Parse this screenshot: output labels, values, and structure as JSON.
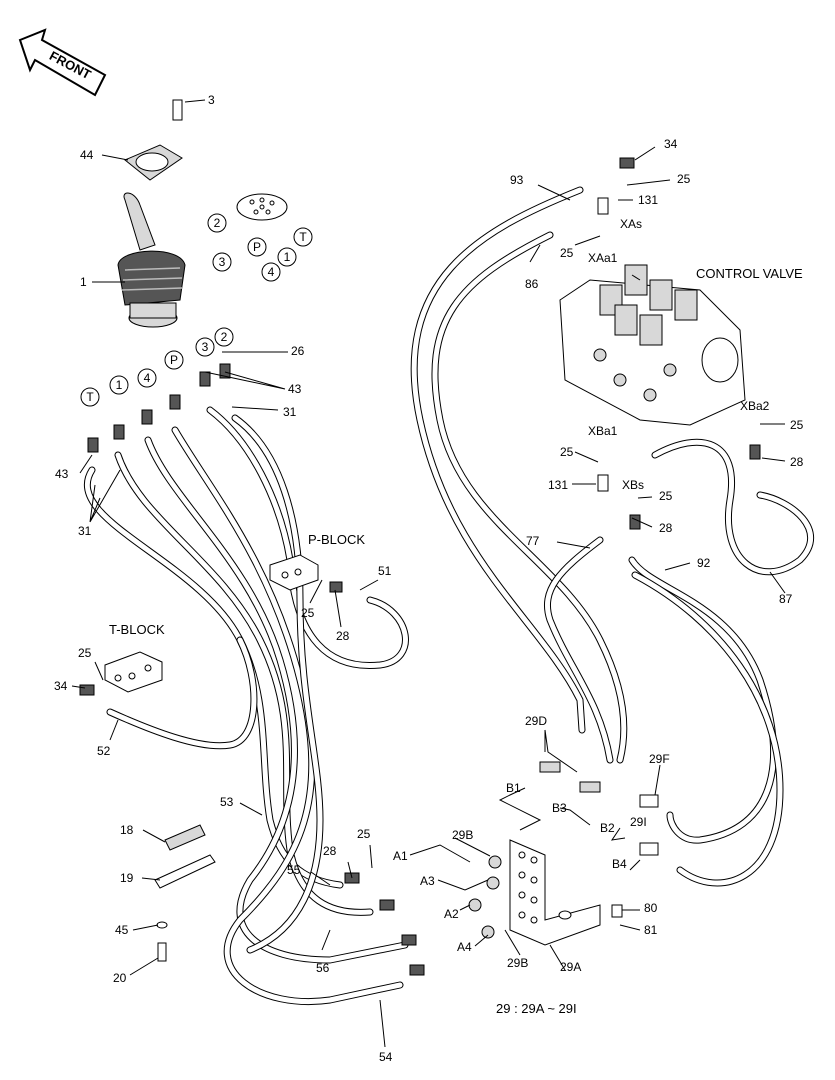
{
  "front_label": "FRONT",
  "block_labels": {
    "control_valve": "CONTROL VALVE",
    "p_block": "P-BLOCK",
    "t_block": "T-BLOCK"
  },
  "circled_ports": {
    "c2a": "2",
    "c3a": "3",
    "cPa": "P",
    "c4a": "4",
    "c1a": "1",
    "cTa": "T",
    "c2b": "2",
    "c3b": "3",
    "cPb": "P",
    "c4b": "4",
    "c1b": "1",
    "cTb": "T"
  },
  "callouts": {
    "n3": "3",
    "n44": "44",
    "n1": "1",
    "n26": "26",
    "n43a": "43",
    "n31a": "31",
    "n43b": "43",
    "n31b": "31",
    "n25pb": "25",
    "n28pb": "28",
    "n51": "51",
    "n25tb": "25",
    "n34tb": "34",
    "n52": "52",
    "n53": "53",
    "n18": "18",
    "n19": "19",
    "n45": "45",
    "n20": "20",
    "n28a": "28",
    "n25a": "25",
    "n55": "55",
    "n56": "56",
    "n54": "54",
    "n34cv": "34",
    "n25cv": "25",
    "n131a": "131",
    "n93": "93",
    "n25b": "25",
    "n86": "86",
    "n25c": "25",
    "n131b": "131",
    "n25d": "25",
    "n28b": "28",
    "n77": "77",
    "n92": "92",
    "n25e": "25",
    "n28c": "28",
    "n87": "87",
    "n29D": "29D",
    "n29F": "29F",
    "n29I": "29I",
    "n29B1": "29B",
    "n29B2": "29B",
    "n29A": "29A",
    "n80": "80",
    "n81": "81"
  },
  "port_labels": {
    "XAs": "XAs",
    "XAa1": "XAa1",
    "XBa1": "XBa1",
    "XBs": "XBs",
    "XBa2": "XBa2",
    "A1": "A1",
    "A2": "A2",
    "A3": "A3",
    "A4": "A4",
    "B1": "B1",
    "B2": "B2",
    "B3": "B3",
    "B4": "B4"
  },
  "footnote": "29 : 29A ~ 29I"
}
